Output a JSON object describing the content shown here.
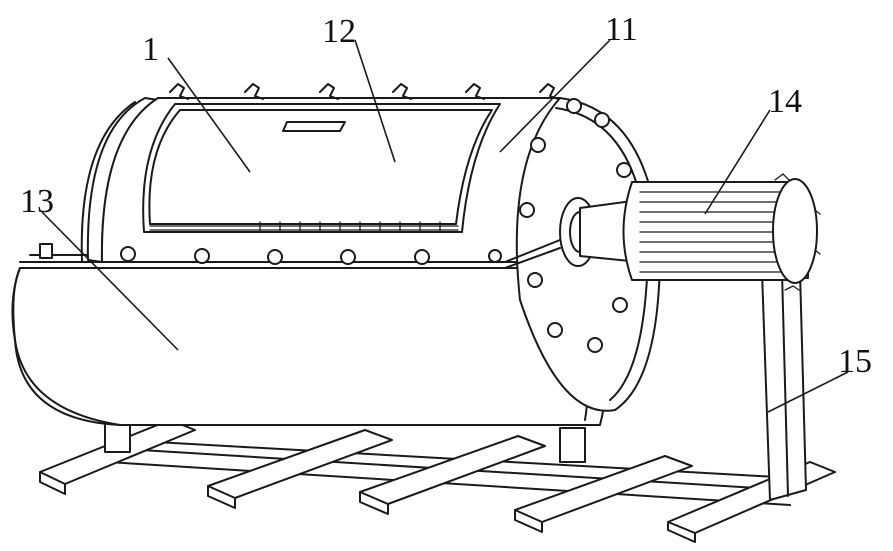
{
  "labels": [
    {
      "id": "part-1",
      "text": "1"
    },
    {
      "id": "part-11",
      "text": "11"
    },
    {
      "id": "part-12",
      "text": "12"
    },
    {
      "id": "part-13",
      "text": "13"
    },
    {
      "id": "part-14",
      "text": "14"
    },
    {
      "id": "part-15",
      "text": "15"
    }
  ]
}
